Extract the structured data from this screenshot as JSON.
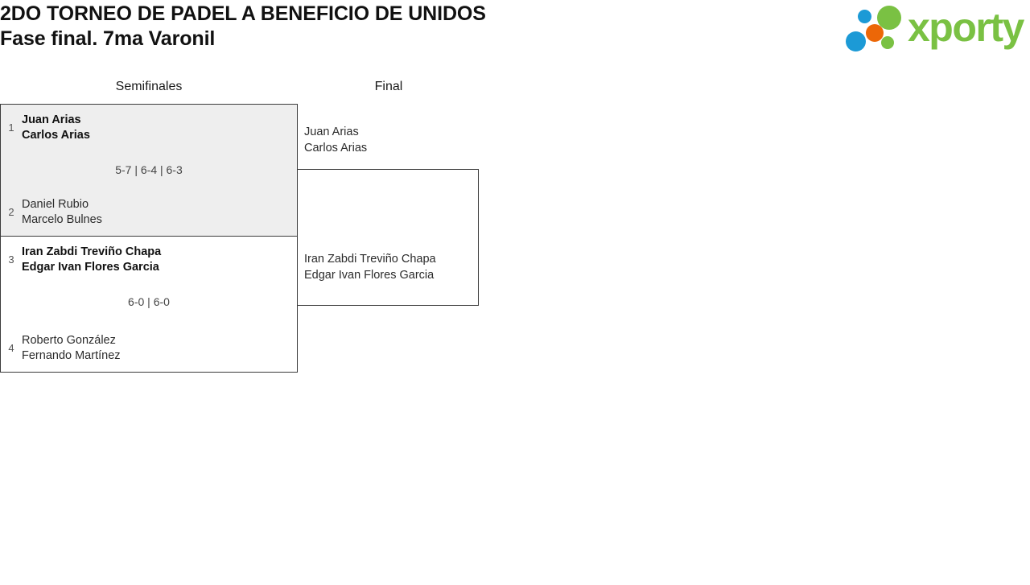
{
  "header": {
    "title_line1": "2DO TORNEO DE PADEL A BENEFICIO DE UNIDOS",
    "title_line2": "Fase final. 7ma Varonil",
    "logo": {
      "wordmark": "xporty",
      "dot_colors": {
        "blue": "#1c9ad6",
        "orange": "#ec6707",
        "green": "#7ac143"
      },
      "wordmark_color": "#7ac143"
    }
  },
  "bracket": {
    "rounds": [
      {
        "name": "Semifinales"
      },
      {
        "name": "Final"
      }
    ],
    "semifinals": [
      {
        "highlighted": true,
        "top": {
          "seed": "1",
          "player1": "Juan Arias",
          "player2": "Carlos Arias",
          "winner": true
        },
        "bottom": {
          "seed": "2",
          "player1": "Daniel Rubio",
          "player2": "Marcelo Bulnes",
          "winner": false
        },
        "score": "5-7 | 6-4 | 6-3"
      },
      {
        "highlighted": false,
        "top": {
          "seed": "3",
          "player1": "Iran Zabdi Treviño Chapa",
          "player2": "Edgar Ivan Flores Garcia",
          "winner": true
        },
        "bottom": {
          "seed": "4",
          "player1": "Roberto González",
          "player2": "Fernando Martínez",
          "winner": false
        },
        "score": "6-0 | 6-0"
      }
    ],
    "final": {
      "top": {
        "player1": "Juan Arias",
        "player2": "Carlos Arias",
        "winner": false
      },
      "bottom": {
        "player1": "Iran Zabdi Treviño Chapa",
        "player2": "Edgar Ivan Flores Garcia",
        "winner": false
      },
      "score": ""
    }
  }
}
